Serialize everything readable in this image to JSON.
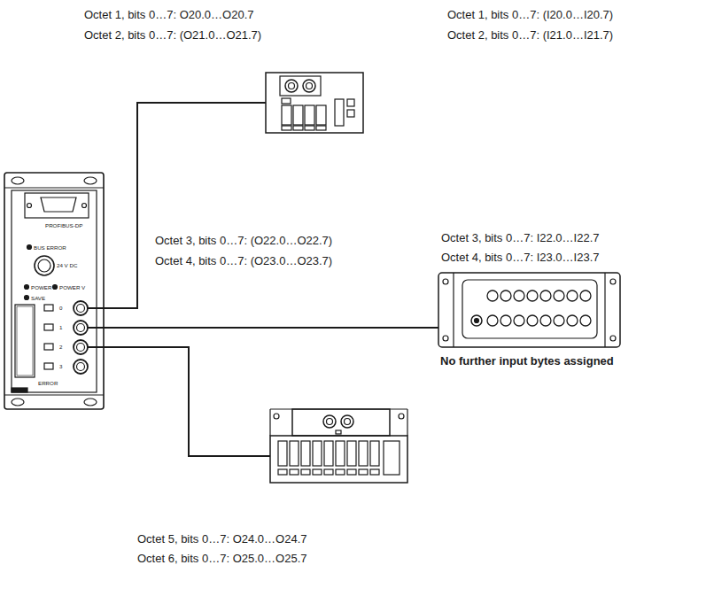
{
  "diagram": {
    "nodes": [
      {
        "text": [
          "PROFIBUS-DP",
          "BUS ERROR",
          "24 V DC",
          "POWER",
          "POWER V",
          "SAVE",
          "0",
          "1",
          "2",
          "3",
          "ERROR"
        ]
      },
      {
        "text": [
          "Octet 1, bits 0…7: O20.0…O20.7",
          "Octet 2, bits 0…7: (O21.0…O21.7)"
        ]
      },
      {
        "text": [
          "Octet 3, bits 0…7: I22.0…I22.7",
          "Octet 4, bits 0…7: I23.0…I23.7"
        ]
      },
      {
        "text": [
          "Octet 5, bits 0…7: O24.0…O24.7",
          "Octet 6, bits 0…7: O25.0…O25.7"
        ]
      }
    ],
    "edges": [
      {
        "from": 0,
        "to": 1,
        "arrow": "none"
      },
      {
        "from": 0,
        "to": 2,
        "arrow": "none"
      },
      {
        "from": 0,
        "to": 3,
        "arrow": "none"
      }
    ],
    "labels": [
      "Octet 1, bits 0…7: (I20.0…I20.7)",
      "Octet 2, bits 0…7: (I21.0…I21.7)",
      "Octet 3, bits 0…7: (O22.0…O22.7)",
      "Octet 4, bits 0…7: (O23.0…O23.7)",
      "No further input bytes assigned"
    ]
  }
}
